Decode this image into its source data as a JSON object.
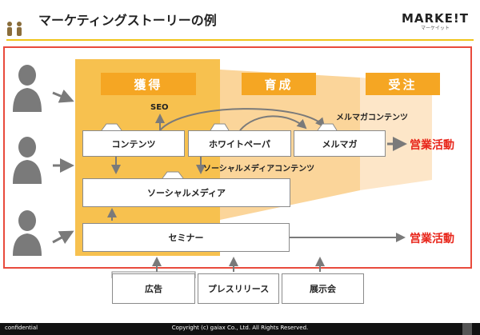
{
  "header": {
    "title": "マーケティングストーリーの例"
  },
  "logo": {
    "main": "MARKE!T",
    "sub": "マーケイット"
  },
  "phases": [
    "獲得",
    "育成",
    "受注"
  ],
  "nodes": {
    "content": "コンテンツ",
    "whitepaper": "ホワイトペーパ",
    "mailmag": "メルマガ",
    "social": "ソーシャルメディア",
    "seminar": "セミナー"
  },
  "labels": {
    "seo": "SEO",
    "mailmag_content": "メルマガコンテンツ",
    "social_content": "ソーシャルメディアコンテンツ",
    "sales1": "営業活動",
    "sales2": "営業活動"
  },
  "media": [
    "広告",
    "プレスリリース",
    "展示会"
  ],
  "footer": {
    "left": "confidential",
    "center": "Copyright (c) gaiax Co., Ltd. All Rights Reserved."
  },
  "colors": {
    "accent": "#f5a623",
    "frame": "#e94b3c",
    "sales": "#e8251a"
  }
}
